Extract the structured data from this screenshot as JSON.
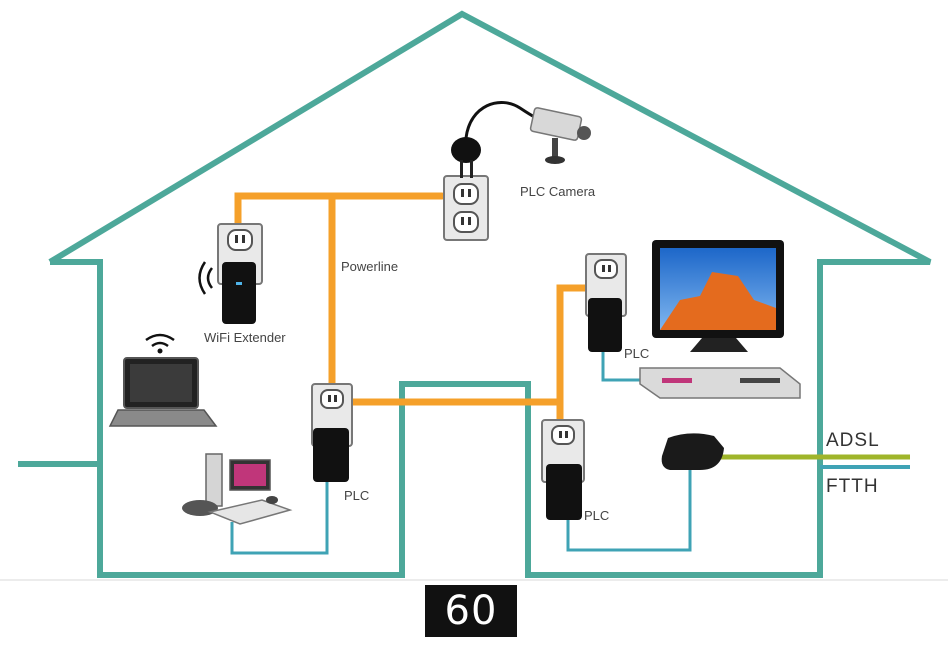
{
  "labels": {
    "plc_camera": "PLC Camera",
    "powerline": "Powerline",
    "wifi_extender": "WiFi Extender",
    "plc_left": "PLC",
    "plc_tv": "PLC",
    "plc_bottom_right": "PLC",
    "adsl": "ADSL",
    "ftth": "FTTH"
  },
  "page_number": "60",
  "colors": {
    "house_outline": "#4da89a",
    "powerline_cable": "#f5a02a",
    "ethernet_cable": "#3fa3b5",
    "adsl_line": "#9fb52a"
  }
}
